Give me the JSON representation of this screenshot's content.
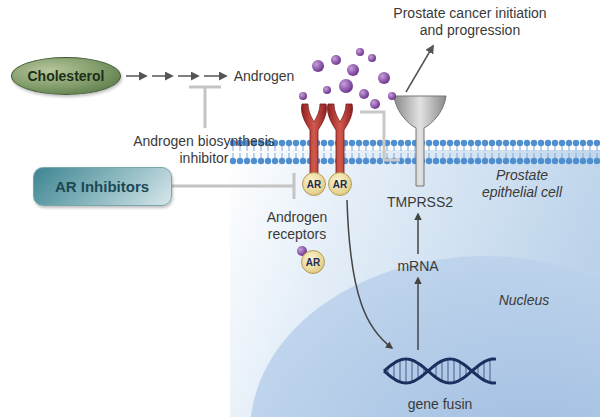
{
  "diagram": {
    "nodes": [
      {
        "text": [
          "Cholesterol"
        ]
      },
      {
        "text": [
          "AR Inhibitors"
        ]
      },
      {
        "text": [
          "AR"
        ]
      },
      {
        "text": [
          "AR"
        ]
      },
      {
        "text": [
          "AR"
        ]
      }
    ],
    "edges": [
      {
        "from": 1,
        "to": 2,
        "arrow": "none"
      }
    ],
    "labels": [
      "Prostate cancer initiation and progression",
      "Androgen",
      "Androgen biosynthesis inhibitor",
      "Prostate epithelial cell",
      "Androgen receptors",
      "TMPRSS2",
      "mRNA",
      "Nucleus",
      "gene fusin"
    ]
  }
}
